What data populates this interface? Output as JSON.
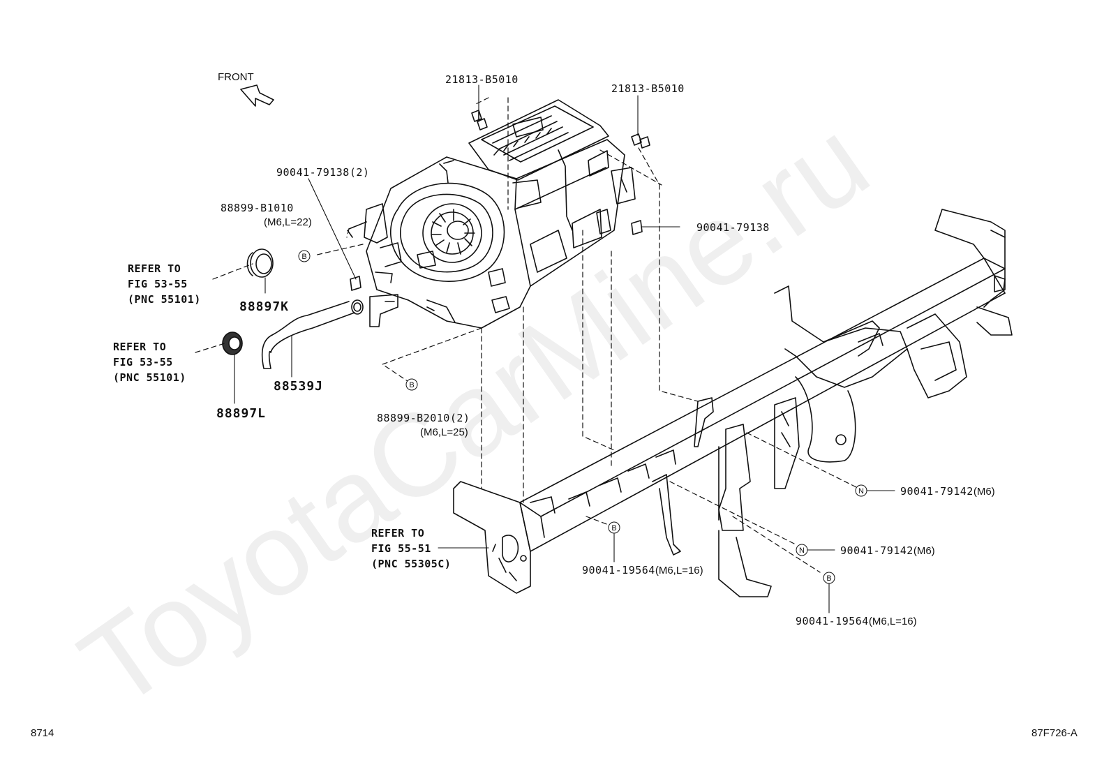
{
  "diagram": {
    "front_label": "FRONT",
    "bottom_left_code": "8714",
    "bottom_right_code": "87F726-A",
    "watermark": "ToyotaCarMine.ru",
    "labels": {
      "bolt_top_left": "21813-B5010",
      "bolt_top_right": "21813-B5010",
      "nut_left": "90041-79138(2)",
      "nut_right": "90041-79138",
      "screw_upper": "88899-B1010",
      "screw_upper_spec": "(M6,L=22)",
      "screw_lower": "88899-B2010(2)",
      "screw_lower_spec": "(M6,L=25)",
      "grommet_k": "88897K",
      "grommet_l": "88897L",
      "hose": "88539J",
      "refer_1": [
        "REFER TO",
        "FIG 53-55",
        "(PNC 55101)"
      ],
      "refer_2": [
        "REFER TO",
        "FIG 53-55",
        "(PNC 55101)"
      ],
      "refer_3": [
        "REFER TO",
        "FIG 55-51",
        "(PNC 55305C)"
      ],
      "nut_n1": "90041-79142",
      "nut_n1_spec": "(M6)",
      "nut_n2": "90041-79142",
      "nut_n2_spec": "(M6)",
      "bolt_b1": "90041-19564",
      "bolt_b1_spec": "(M6,L=16)",
      "bolt_b2": "90041-19564",
      "bolt_b2_spec": "(M6,L=16)"
    },
    "callouts": {
      "b": "B",
      "n": "N"
    }
  }
}
